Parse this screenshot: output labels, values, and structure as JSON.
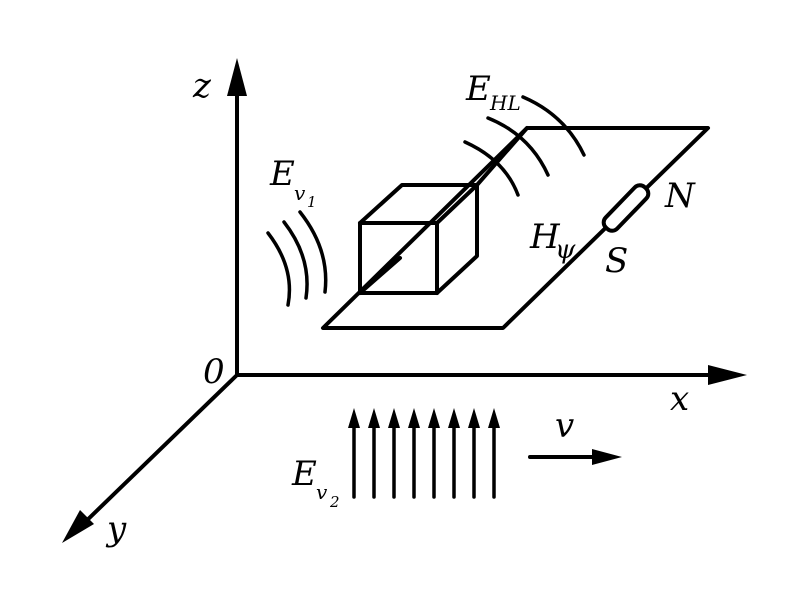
{
  "diagram": {
    "axes": {
      "z_label": "z",
      "x_label": "x",
      "y_label": "y",
      "origin_label": "0"
    },
    "field_labels": {
      "ev1_main": "E",
      "ev1_sub": "v",
      "ev1_subsub": "1",
      "ehl_main": "E",
      "ehl_sub": "HL",
      "hpsi_main": "H",
      "hpsi_sub": "ψ",
      "ev2_main": "E",
      "ev2_sub": "v",
      "ev2_subsub": "2"
    },
    "magnet": {
      "north_label": "N",
      "south_label": "S"
    },
    "velocity_label": "v"
  }
}
